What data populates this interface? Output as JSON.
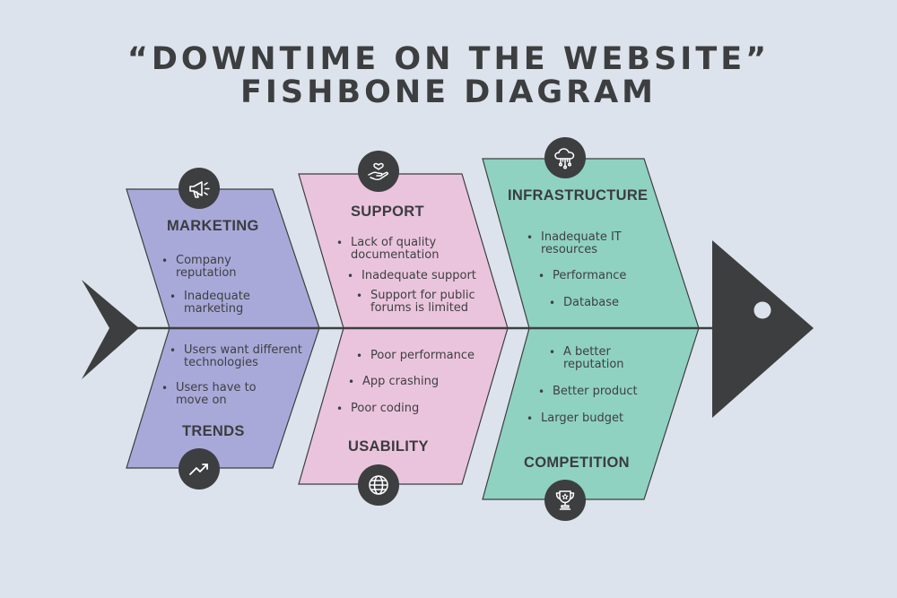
{
  "title": {
    "line1": "“DOWNTIME ON THE WEBSITE”",
    "line2": "FISHBONE DIAGRAM"
  },
  "categories": {
    "marketing": {
      "label": "MARKETING",
      "icon": "megaphone-icon",
      "color": "#a9a9d9",
      "items": [
        [
          "Company",
          "reputation"
        ],
        [
          "Inadequate",
          "marketing"
        ]
      ]
    },
    "trends": {
      "label": "TRENDS",
      "icon": "trend-up-icon",
      "color": "#a9a9d9",
      "items": [
        [
          "Users want different",
          "technologies"
        ],
        [
          "Users have to",
          "move on"
        ]
      ]
    },
    "support": {
      "label": "SUPPORT",
      "icon": "heart-hand-icon",
      "color": "#eac4dd",
      "items": [
        [
          "Lack of quality",
          "documentation"
        ],
        [
          "Inadequate support"
        ],
        [
          "Support for public",
          "forums is limited"
        ]
      ]
    },
    "usability": {
      "label": "USABILITY",
      "icon": "globe-icon",
      "color": "#eac4dd",
      "items": [
        [
          "Poor performance"
        ],
        [
          "App crashing"
        ],
        [
          "Poor coding"
        ]
      ]
    },
    "infrastructure": {
      "label": "INFRASTRUCTURE",
      "icon": "cloud-network-icon",
      "color": "#8fd2c2",
      "items": [
        [
          "Inadequate IT",
          "resources"
        ],
        [
          "Performance"
        ],
        [
          "Database"
        ]
      ]
    },
    "competition": {
      "label": "COMPETITION",
      "icon": "trophy-icon",
      "color": "#8fd2c2",
      "items": [
        [
          "A better",
          "reputation"
        ],
        [
          "Better product"
        ],
        [
          "Larger budget"
        ]
      ]
    }
  },
  "colors": {
    "background": "#dde3ec",
    "dark": "#3d3e40"
  }
}
